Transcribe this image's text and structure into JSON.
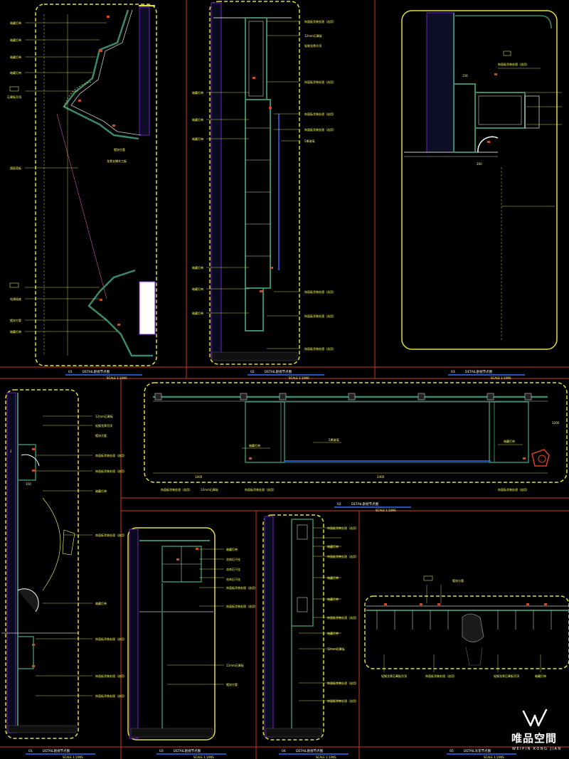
{
  "colors": {
    "background": "#000000",
    "frame": "#e0e040",
    "red_grid": "#c83a1e",
    "purple": "#8a2be2",
    "wall": "#3a8a6a",
    "leader": "#ffff66",
    "title_bar": "#2d6cff"
  },
  "details": [
    {
      "num": "01",
      "title": "DETAIL剖视节点图"
    },
    {
      "num": "02",
      "title": "DETAIL剖视节点图"
    },
    {
      "num": "03",
      "title": "DETAIL剖视节点图"
    },
    {
      "num": "01",
      "title": "DETAIL剖视节点图"
    },
    {
      "num": "02",
      "title": "DETAIL剖视节点图"
    },
    {
      "num": "03",
      "title": "DETAIL剖视节点图"
    },
    {
      "num": "04",
      "title": "DETAIL剖视节点图"
    },
    {
      "num": "05",
      "title": "DETAIL天花节点图"
    }
  ],
  "scale_label": "SCALE 1:10NS",
  "notes": {
    "light_strip": "暗藏灯带",
    "paint": "饰面板涂装处理（选用）",
    "wall_tile": "大理石干挂",
    "steel": "镀锌方管",
    "board": "12mm石膏板",
    "ceiling": "天花吊顶",
    "marble": "花岗石干挂",
    "glass": "5厚玻璃",
    "frame_ceiling": "轻钢龙骨石膏板吊顶",
    "lamp_slot": "灯槽"
  },
  "brand": {
    "name_cn": "唯品空間",
    "name_en": "WEIPIN KONG JIAN"
  }
}
